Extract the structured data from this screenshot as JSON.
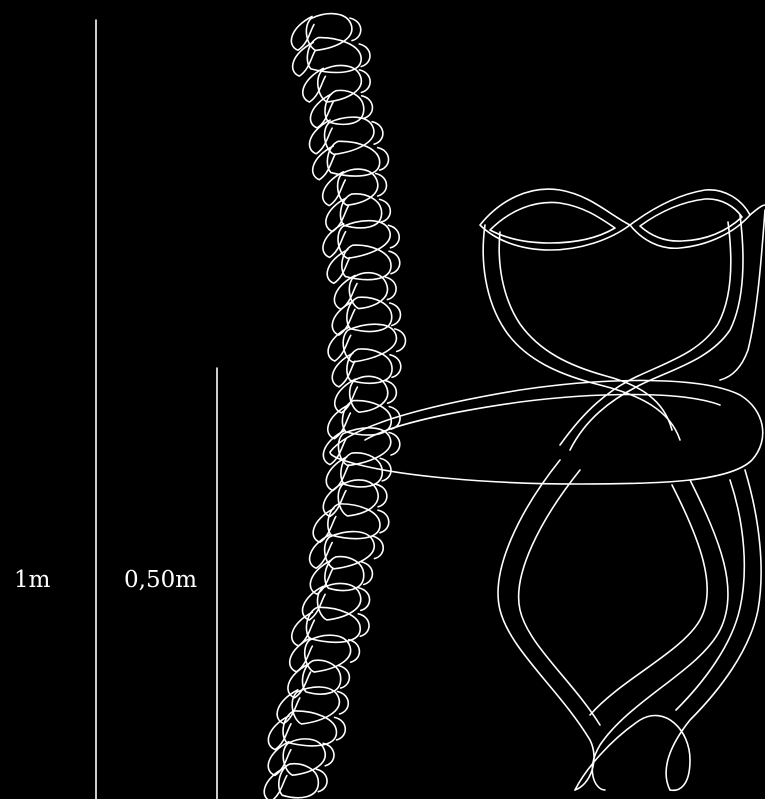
{
  "scale": {
    "long_bar_label": "1m",
    "short_bar_label": "0,50m",
    "long_bar_length_m": 1,
    "short_bar_length_m": 0.5
  },
  "colors": {
    "background": "#000000",
    "stroke": "#ffffff"
  }
}
